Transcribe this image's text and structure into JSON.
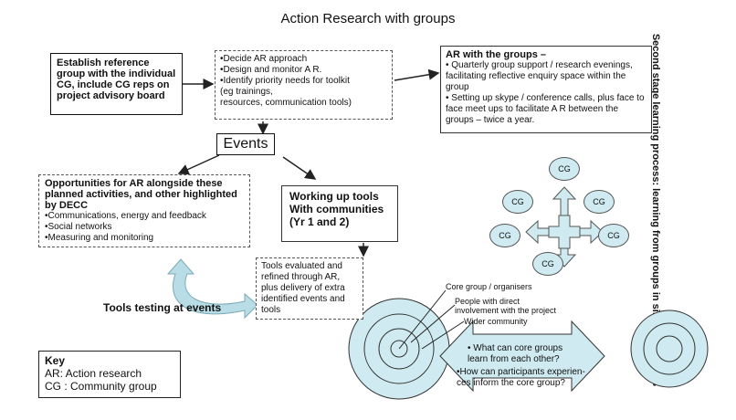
{
  "title": "Action Research with groups",
  "side_label": "Second stage learning process: learning from groups in similar situations",
  "box_reference": "Establish reference group with the individual CG, include CG reps on project advisory board",
  "box_approach": {
    "lines": [
      "•Decide AR approach",
      "•Design and monitor A R.",
      "•Identify priority needs for toolkit",
      "(eg trainings,",
      "resources, communication tools)"
    ]
  },
  "box_groups": {
    "heading": "AR  with the groups –",
    "body": "• Quarterly group support / research evenings, facilitating reflective enquiry space within the group\n•  Setting up skype / conference calls, plus face to face meet ups to facilitate A R between the groups – twice a year."
  },
  "events_label": "Events",
  "box_opportunities": {
    "heading": "Opportunities for AR alongside these planned activities, and other highlighted by DECC",
    "items": [
      "•Communications, energy and feedback",
      "•Social networks",
      "•Measuring and monitoring"
    ]
  },
  "box_working": "Working up tools With communities (Yr 1 and 2)",
  "box_evaluated": "Tools evaluated and refined through AR, plus delivery of extra identified events and tools",
  "tools_testing": "Tools testing at events",
  "key": {
    "heading": "Key",
    "lines": [
      "AR: Action research",
      "CG : Community group"
    ]
  },
  "cg_label": "CG",
  "circle_labels": [
    "Core group / organisers",
    "People with direct involvement with the project",
    "Wider community"
  ],
  "questions": [
    "•  What can core groups learn from each other?",
    "•How can participants experien- ces inform the core group?"
  ],
  "colors": {
    "cg_fill": "#cfeaf0",
    "circle_fill": "#cfeaf0",
    "tools_arrow": "#b9dde6"
  }
}
